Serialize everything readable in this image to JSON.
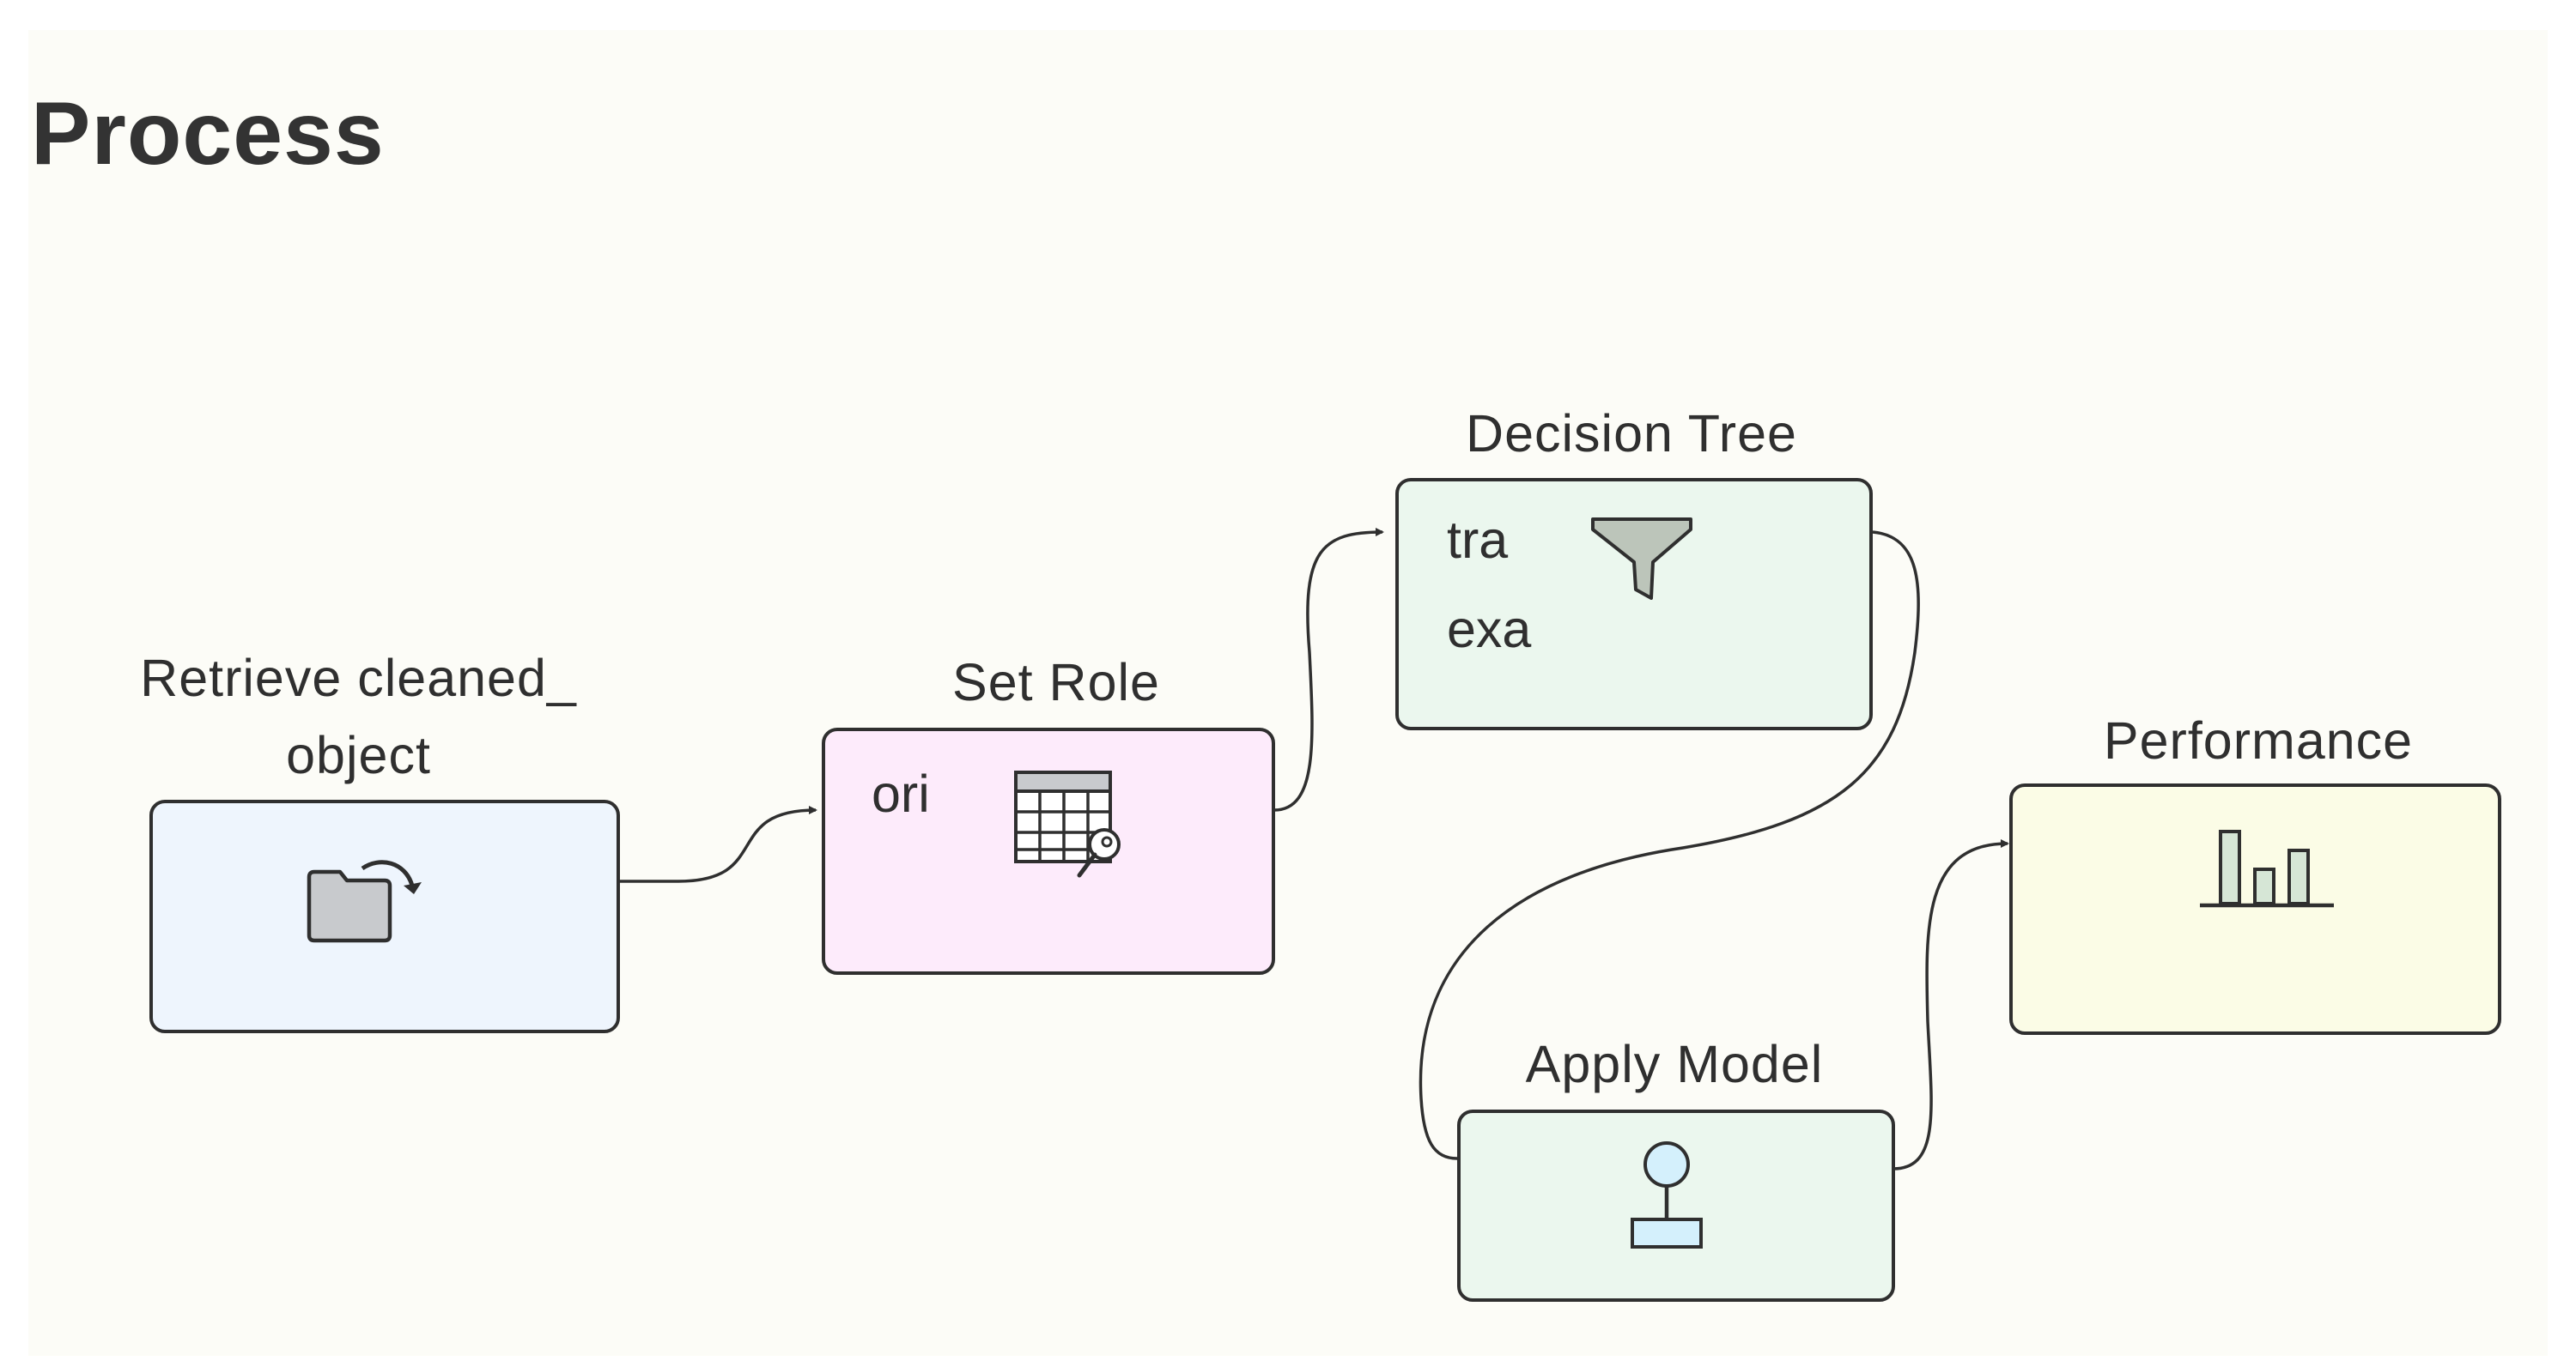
{
  "title": "Process",
  "colors": {
    "retrieve_fill": "#eef5fd",
    "set_role_fill": "#fdebfb",
    "decision_tree_fill": "#ebf7ee",
    "apply_model_fill": "#ebf7ee",
    "performance_fill": "#fbfce6",
    "outline": "#2f2f2f"
  },
  "operators": {
    "retrieve": {
      "label_line1": "Retrieve cleaned_",
      "label_line2": "object",
      "icon": "folder-refresh-icon"
    },
    "set_role": {
      "label": "Set Role",
      "port": "ori",
      "icon": "table-key-icon"
    },
    "decision_tree": {
      "label": "Decision Tree",
      "port1": "tra",
      "port2": "exa",
      "icon": "funnel-icon"
    },
    "apply_model": {
      "label": "Apply Model",
      "icon": "model-node-icon"
    },
    "performance": {
      "label": "Performance",
      "icon": "bar-chart-icon"
    }
  }
}
